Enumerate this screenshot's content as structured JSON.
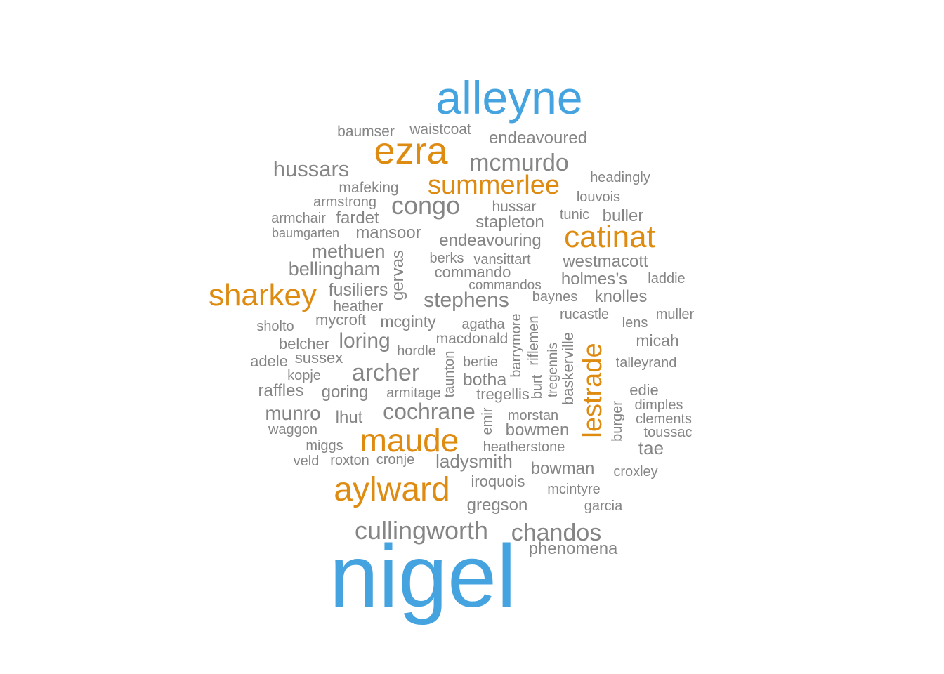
{
  "colors": {
    "blue": "#45a4df",
    "orange": "#de8b12",
    "gray": "#858585"
  },
  "words": [
    {
      "text": "alleyne",
      "color": "blue"
    },
    {
      "text": "baumser",
      "color": "gray"
    },
    {
      "text": "waistcoat",
      "color": "gray"
    },
    {
      "text": "endeavoured",
      "color": "gray"
    },
    {
      "text": "ezra",
      "color": "orange"
    },
    {
      "text": "mcmurdo",
      "color": "gray"
    },
    {
      "text": "hussars",
      "color": "gray"
    },
    {
      "text": "headingly",
      "color": "gray"
    },
    {
      "text": "summerlee",
      "color": "orange"
    },
    {
      "text": "mafeking",
      "color": "gray"
    },
    {
      "text": "louvois",
      "color": "gray"
    },
    {
      "text": "armstrong",
      "color": "gray"
    },
    {
      "text": "congo",
      "color": "gray"
    },
    {
      "text": "hussar",
      "color": "gray"
    },
    {
      "text": "armchair",
      "color": "gray"
    },
    {
      "text": "fardet",
      "color": "gray"
    },
    {
      "text": "tunic",
      "color": "gray"
    },
    {
      "text": "buller",
      "color": "gray"
    },
    {
      "text": "stapleton",
      "color": "gray"
    },
    {
      "text": "baumgarten",
      "color": "gray"
    },
    {
      "text": "mansoor",
      "color": "gray"
    },
    {
      "text": "catinat",
      "color": "orange"
    },
    {
      "text": "endeavouring",
      "color": "gray"
    },
    {
      "text": "methuen",
      "color": "gray"
    },
    {
      "text": "gervas",
      "color": "gray"
    },
    {
      "text": "berks",
      "color": "gray"
    },
    {
      "text": "vansittart",
      "color": "gray"
    },
    {
      "text": "westmacott",
      "color": "gray"
    },
    {
      "text": "bellingham",
      "color": "gray"
    },
    {
      "text": "commando",
      "color": "gray"
    },
    {
      "text": "laddie",
      "color": "gray"
    },
    {
      "text": "holmes’s",
      "color": "gray"
    },
    {
      "text": "sharkey",
      "color": "orange"
    },
    {
      "text": "fusiliers",
      "color": "gray"
    },
    {
      "text": "commandos",
      "color": "gray"
    },
    {
      "text": "baynes",
      "color": "gray"
    },
    {
      "text": "knolles",
      "color": "gray"
    },
    {
      "text": "heather",
      "color": "gray"
    },
    {
      "text": "stephens",
      "color": "gray"
    },
    {
      "text": "muller",
      "color": "gray"
    },
    {
      "text": "rucastle",
      "color": "gray"
    },
    {
      "text": "barrymore",
      "color": "gray"
    },
    {
      "text": "sholto",
      "color": "gray"
    },
    {
      "text": "mycroft",
      "color": "gray"
    },
    {
      "text": "mcginty",
      "color": "gray"
    },
    {
      "text": "agatha",
      "color": "gray"
    },
    {
      "text": "lens",
      "color": "gray"
    },
    {
      "text": "riflemen",
      "color": "gray"
    },
    {
      "text": "lestrade",
      "color": "orange"
    },
    {
      "text": "macdonald",
      "color": "gray"
    },
    {
      "text": "micah",
      "color": "gray"
    },
    {
      "text": "belcher",
      "color": "gray"
    },
    {
      "text": "loring",
      "color": "gray"
    },
    {
      "text": "hordle",
      "color": "gray"
    },
    {
      "text": "baskerville",
      "color": "gray"
    },
    {
      "text": "tregennis",
      "color": "gray"
    },
    {
      "text": "adele",
      "color": "gray"
    },
    {
      "text": "sussex",
      "color": "gray"
    },
    {
      "text": "bertie",
      "color": "gray"
    },
    {
      "text": "talleyrand",
      "color": "gray"
    },
    {
      "text": "kopje",
      "color": "gray"
    },
    {
      "text": "archer",
      "color": "gray"
    },
    {
      "text": "taunton",
      "color": "gray"
    },
    {
      "text": "botha",
      "color": "gray"
    },
    {
      "text": "burt",
      "color": "gray"
    },
    {
      "text": "raffles",
      "color": "gray"
    },
    {
      "text": "goring",
      "color": "gray"
    },
    {
      "text": "armitage",
      "color": "gray"
    },
    {
      "text": "tregellis",
      "color": "gray"
    },
    {
      "text": "edie",
      "color": "gray"
    },
    {
      "text": "dimples",
      "color": "gray"
    },
    {
      "text": "munro",
      "color": "gray"
    },
    {
      "text": "lhut",
      "color": "gray"
    },
    {
      "text": "cochrane",
      "color": "gray"
    },
    {
      "text": "emir",
      "color": "gray"
    },
    {
      "text": "morstan",
      "color": "gray"
    },
    {
      "text": "burger",
      "color": "gray"
    },
    {
      "text": "clements",
      "color": "gray"
    },
    {
      "text": "waggon",
      "color": "gray"
    },
    {
      "text": "bowmen",
      "color": "gray"
    },
    {
      "text": "toussac",
      "color": "gray"
    },
    {
      "text": "maude",
      "color": "orange"
    },
    {
      "text": "miggs",
      "color": "gray"
    },
    {
      "text": "heatherstone",
      "color": "gray"
    },
    {
      "text": "tae",
      "color": "gray"
    },
    {
      "text": "veld",
      "color": "gray"
    },
    {
      "text": "roxton",
      "color": "gray"
    },
    {
      "text": "cronje",
      "color": "gray"
    },
    {
      "text": "ladysmith",
      "color": "gray"
    },
    {
      "text": "bowman",
      "color": "gray"
    },
    {
      "text": "croxley",
      "color": "gray"
    },
    {
      "text": "iroquois",
      "color": "gray"
    },
    {
      "text": "aylward",
      "color": "orange"
    },
    {
      "text": "mcintyre",
      "color": "gray"
    },
    {
      "text": "gregson",
      "color": "gray"
    },
    {
      "text": "garcia",
      "color": "gray"
    },
    {
      "text": "cullingworth",
      "color": "gray"
    },
    {
      "text": "chandos",
      "color": "gray"
    },
    {
      "text": "phenomena",
      "color": "gray"
    },
    {
      "text": "nigel",
      "color": "blue"
    }
  ]
}
